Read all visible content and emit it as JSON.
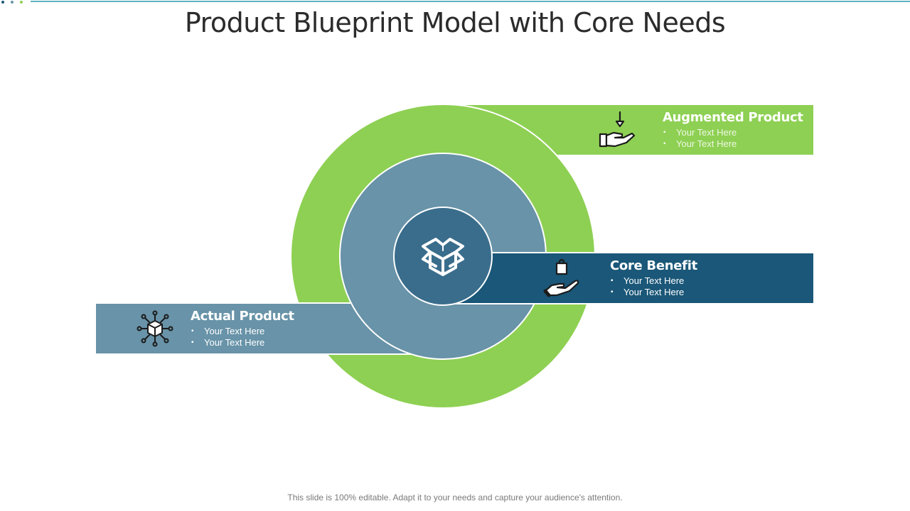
{
  "slide": {
    "title": "Product Blueprint Model with Core Needs",
    "footer": "This slide is 100% editable. Adapt it to your needs and capture your audience's attention."
  },
  "decor": {
    "dot_colors": [
      "#1a5778",
      "#6893a8",
      "#8ed053"
    ],
    "accent_line_color": "#5fb3c0"
  },
  "colors": {
    "green": "#8ed053",
    "steel_blue": "#6893a8",
    "dark_blue": "#1a5778",
    "center_blue": "#3a6d8c"
  },
  "center": {
    "icon": "open-box-icon"
  },
  "layers": [
    {
      "id": "augmented",
      "title": "Augmented Product",
      "icon": "hand-receive-arrow-icon",
      "bullets": [
        "Your Text Here",
        "Your Text Here"
      ]
    },
    {
      "id": "core",
      "title": "Core Benefit",
      "icon": "hand-shopping-bag-icon",
      "bullets": [
        "Your Text Here",
        "Your Text Here"
      ]
    },
    {
      "id": "actual",
      "title": "Actual Product",
      "icon": "cube-network-icon",
      "bullets": [
        "Your Text Here",
        "Your Text Here"
      ]
    }
  ],
  "bullet_glyph": "▪"
}
